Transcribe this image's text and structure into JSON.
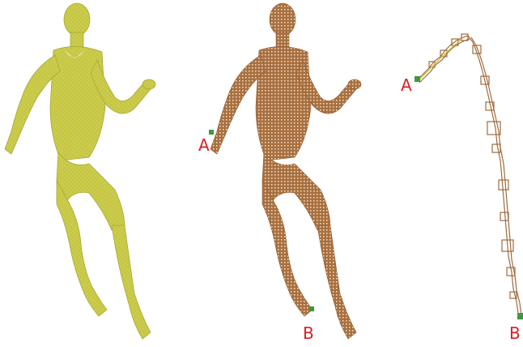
{
  "panels": [
    {
      "id": "mesh",
      "kind": "surface-mesh",
      "color": "#c8c84a"
    },
    {
      "id": "voxel",
      "kind": "voxelized",
      "color": "#a06a3c",
      "marker_color": "#3c9a3c"
    },
    {
      "id": "path",
      "kind": "voxel-path",
      "color": "#a06a3c",
      "marker_color": "#3c9a3c"
    }
  ],
  "labels": {
    "voxel_a": "A",
    "voxel_b": "B",
    "path_a": "A",
    "path_b": "B"
  }
}
